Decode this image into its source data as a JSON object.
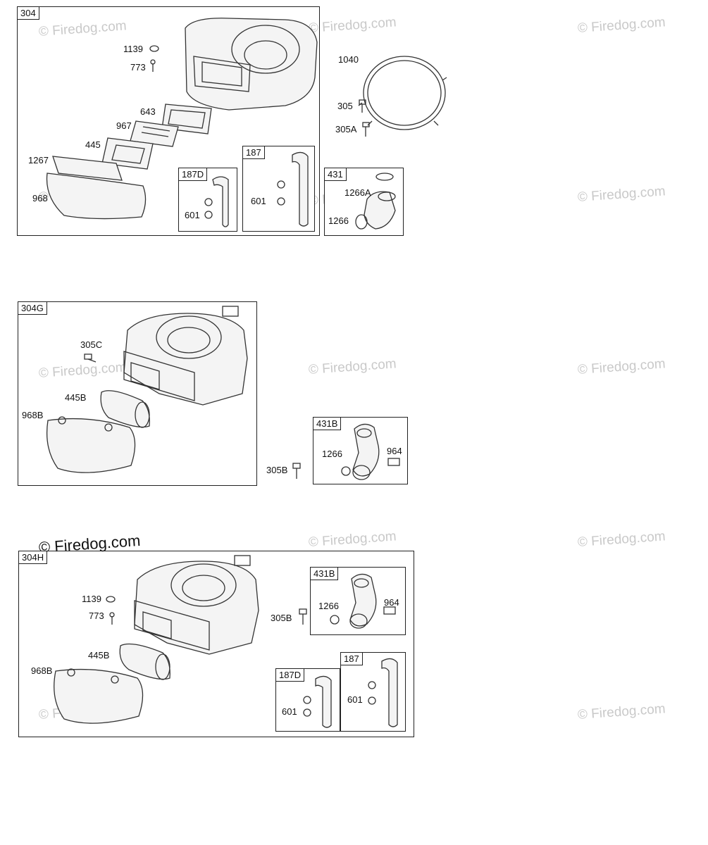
{
  "watermark": "© Firedog.com",
  "watermark_dark": "© Firedog.com",
  "diagrams": {
    "d304": {
      "tag": "304",
      "labels": [
        "1139",
        "773",
        "643",
        "967",
        "445",
        "1267",
        "968"
      ],
      "sub187d": {
        "tag": "187D",
        "label": "601"
      },
      "sub187": {
        "tag": "187",
        "label": "601"
      }
    },
    "right_top": {
      "labels": [
        "1040",
        "305",
        "305A"
      ],
      "sub431": {
        "tag": "431",
        "labels": [
          "1266A",
          "1266"
        ]
      }
    },
    "d304g": {
      "tag": "304G",
      "labels": [
        "305C",
        "445B",
        "968B"
      ]
    },
    "mid_right": {
      "label": "305B",
      "sub431b": {
        "tag": "431B",
        "labels": [
          "1266",
          "964"
        ]
      }
    },
    "d304h": {
      "tag": "304H",
      "labels": [
        "1139",
        "773",
        "445B",
        "968B",
        "305B"
      ],
      "sub431b": {
        "tag": "431B",
        "labels": [
          "1266",
          "964"
        ]
      },
      "sub187d": {
        "tag": "187D",
        "label": "601"
      },
      "sub187": {
        "tag": "187",
        "label": "601"
      }
    }
  }
}
